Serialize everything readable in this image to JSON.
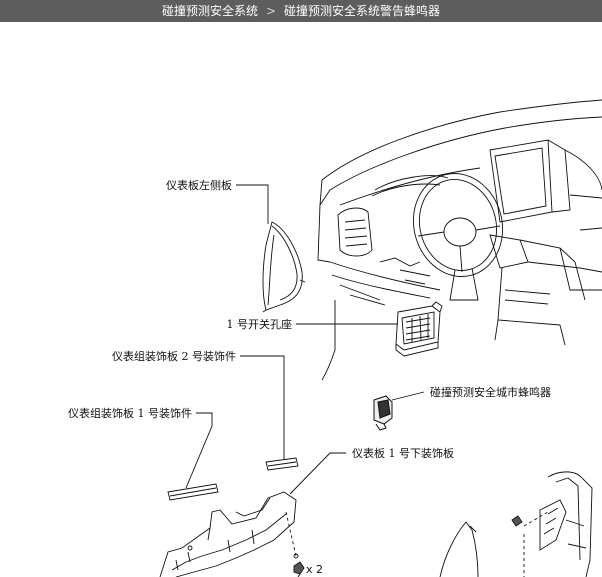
{
  "header": {
    "crumb1": "碰撞预测安全系统",
    "separator": ">",
    "crumb2": "碰撞预测安全系统警告蜂鸣器"
  },
  "labels": {
    "left_panel": "仪表板左侧板",
    "switch_base": "1 号开关孔座",
    "trim2": "仪表组装饰板 2 号装饰件",
    "trim1": "仪表组装饰板 1 号装饰件",
    "buzzer": "碰撞预测安全城市蜂鸣器",
    "lower_panel": "仪表板 1 号下装饰板",
    "clip_count": "x 2"
  },
  "colors": {
    "header_bg": "#5d5d5d",
    "line": "#111111"
  }
}
